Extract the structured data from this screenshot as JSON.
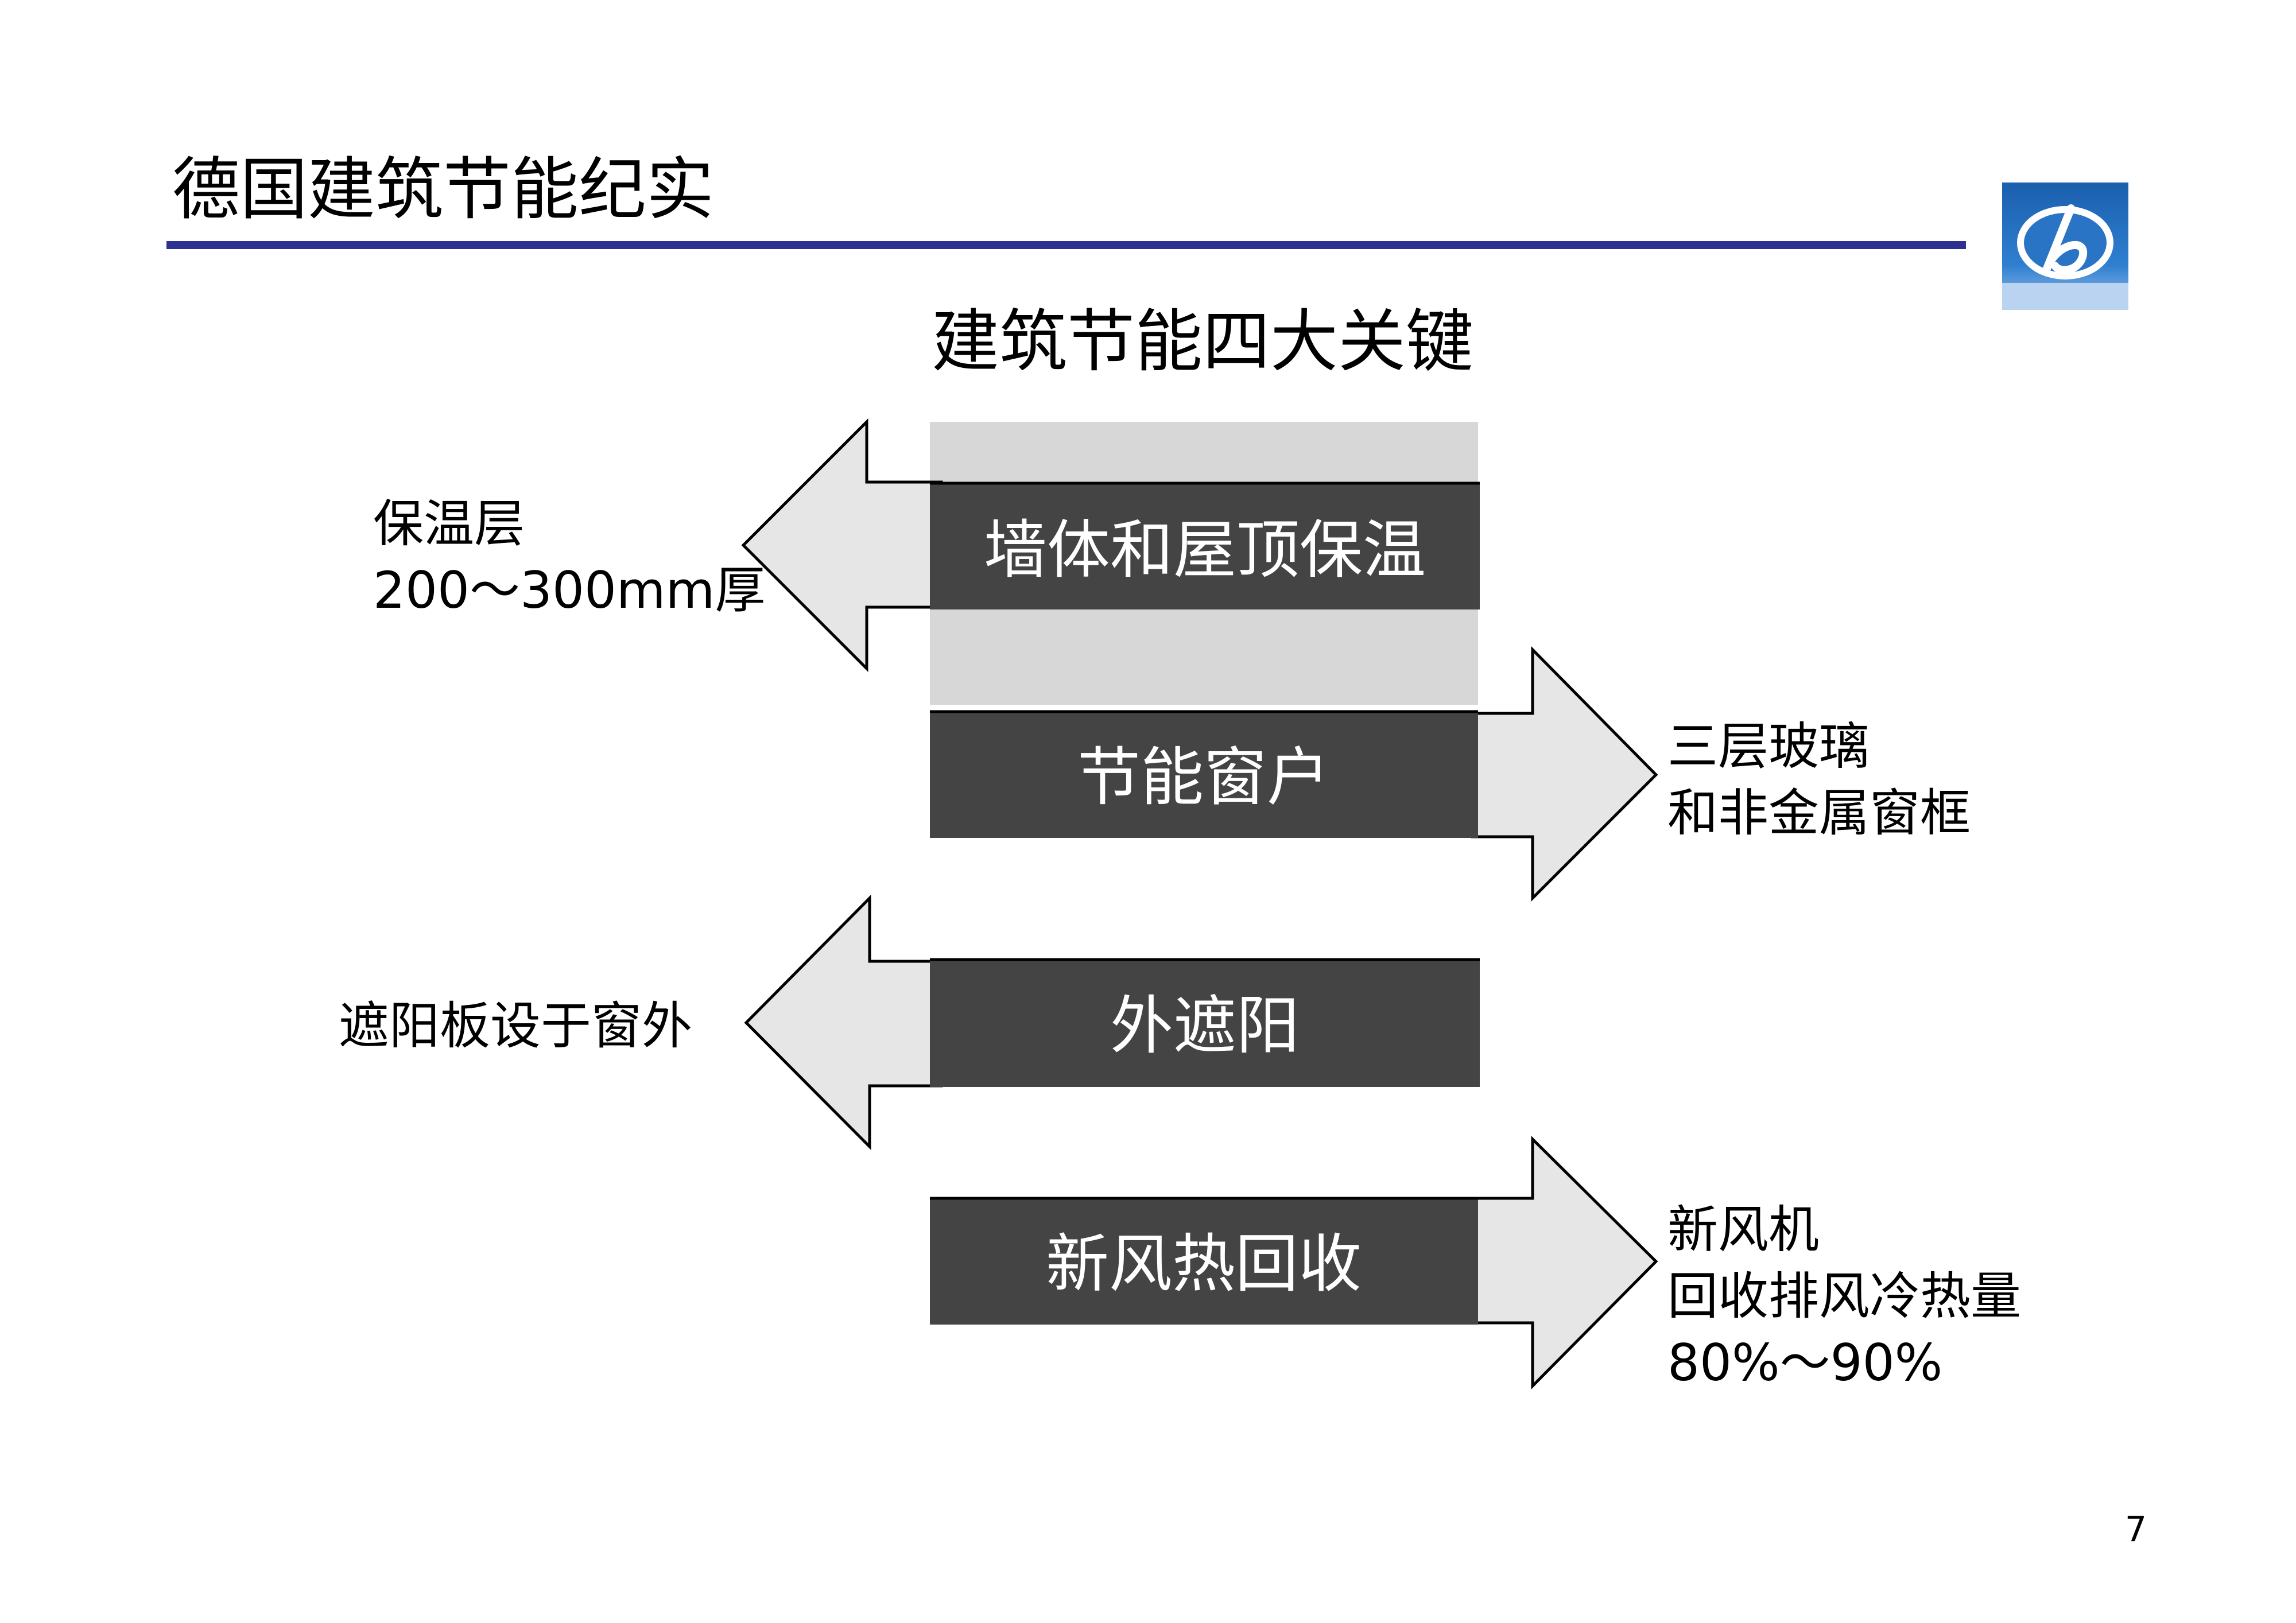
{
  "slide": {
    "title": "德国建筑节能纪实",
    "heading": "建筑节能四大关键",
    "page_number": "7",
    "colors": {
      "title_rule": "#2e3192",
      "box_fill": "#444444",
      "arrow_fill": "#e6e6e6",
      "band_fill": "#d7d7d7",
      "logo_blue": "#1e6ab5"
    }
  },
  "logo": {
    "icon": "company-logo-icon"
  },
  "items": [
    {
      "label": "墙体和屋顶保温",
      "direction": "left",
      "note_lines": [
        "保温层",
        "200～300mm厚"
      ]
    },
    {
      "label": "节能窗户",
      "direction": "right",
      "note_lines": [
        "三层玻璃",
        "和非金属窗框"
      ]
    },
    {
      "label": "外遮阳",
      "direction": "left",
      "note_lines": [
        "遮阳板设于窗外"
      ]
    },
    {
      "label": "新风热回收",
      "direction": "right",
      "note_lines": [
        "新风机",
        "回收排风冷热量",
        "80%～90%"
      ]
    }
  ]
}
